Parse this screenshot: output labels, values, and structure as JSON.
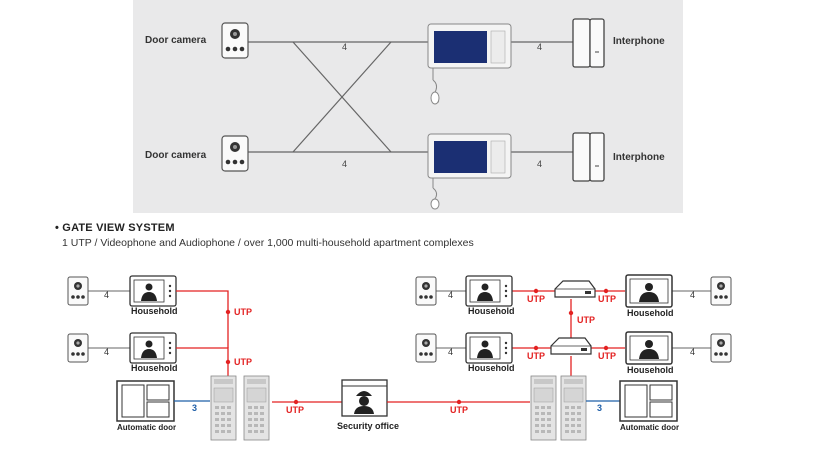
{
  "top_diagram": {
    "door_camera_1": "Door camera",
    "door_camera_2": "Door camera",
    "interphone_1": "Interphone",
    "interphone_2": "Interphone",
    "wire_counts": [
      "4",
      "4",
      "4",
      "4"
    ]
  },
  "gate_view": {
    "title": "• GATE VIEW SYSTEM",
    "subtitle": "1 UTP / Videophone and Audiophone / over 1,000 multi-household apartment complexes"
  },
  "bottom_diagram": {
    "household_labels": [
      "Household",
      "Household",
      "Household",
      "Household",
      "Household",
      "Household"
    ],
    "camera_wire_counts": [
      "4",
      "4",
      "4",
      "4",
      "4",
      "4"
    ],
    "utp_labels": [
      "UTP",
      "UTP",
      "UTP",
      "UTP",
      "UTP",
      "UTP",
      "UTP",
      "UTP",
      "UTP"
    ],
    "door_wire_counts": [
      "3",
      "3"
    ],
    "automatic_door_1": "Automatic door",
    "automatic_door_2": "Automatic door",
    "security_office": "Security office"
  },
  "colors": {
    "utp_line": "#e32222",
    "door_line": "#1f5fa8",
    "wire_line": "#666666",
    "monitor_screen": "#1b2f73"
  }
}
